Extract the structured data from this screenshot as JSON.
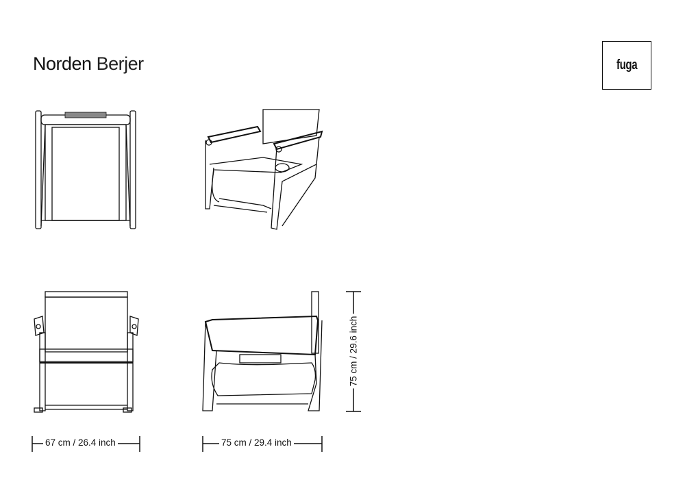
{
  "title": {
    "bold": "Norden",
    "light": "Berjer"
  },
  "logo": {
    "text": "fuga"
  },
  "dimensions": {
    "front_width": "67 cm / 26.4 inch",
    "side_depth": "75 cm / 29.4 inch",
    "height": "75 cm / 29.6 inch"
  }
}
